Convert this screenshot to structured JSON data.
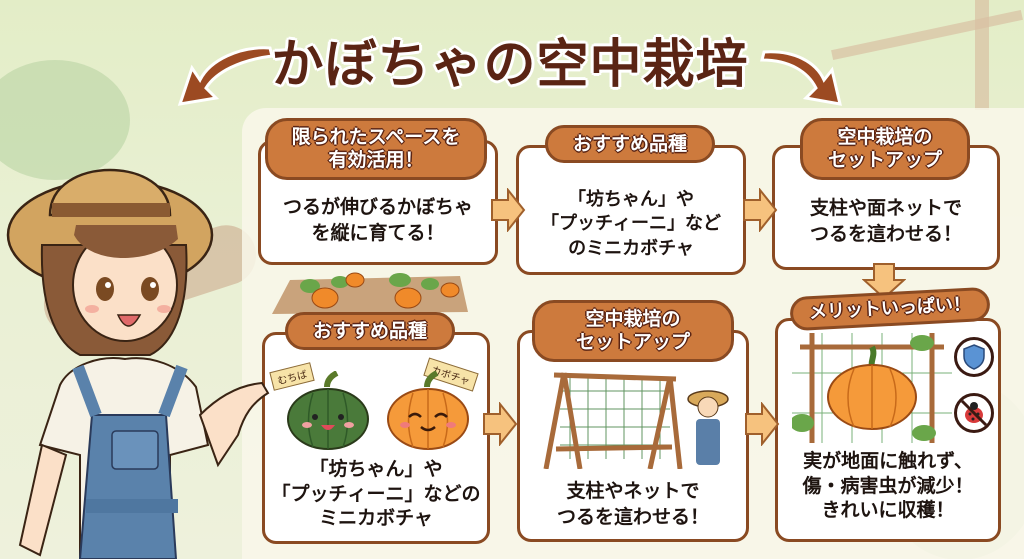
{
  "title": "かぼちゃの空中栽培",
  "colors": {
    "title_text": "#5a2414",
    "tab_fill": "#cd7a3d",
    "card_border": "#8a4a22",
    "arrow_fill": "#f6c27e",
    "background": "#e3edc7"
  },
  "cards": [
    {
      "id": "space",
      "heading": "限られたスペースを\n有効活用！",
      "body": "つるが伸びるかぼちゃ\nを縦に育てる！"
    },
    {
      "id": "varieties-top",
      "heading": "おすすめ品種",
      "body": "「坊ちゃん」や\n「プッチィーニ」など\nのミニカボチャ"
    },
    {
      "id": "setup-top",
      "heading": "空中栽培の\nセットアップ",
      "body": "支柱や面ネットで\nつるを這わせる！"
    },
    {
      "id": "varieties-bottom",
      "heading": "おすすめ品種",
      "body": "「坊ちゃん」や\n「プッチィーニ」などの\nミニカボチャ",
      "tags": [
        "むちば",
        "カボチャ"
      ]
    },
    {
      "id": "setup-bottom",
      "heading": "空中栽培の\nセットアップ",
      "body": "支柱やネットで\nつるを這わせる！"
    },
    {
      "id": "merits",
      "heading": "メリットいっぱい！",
      "body": "実が地面に触れず、\n傷・病害虫が減少！\nきれいに収穫！"
    }
  ],
  "icons": {
    "shield": "shield-icon",
    "no_bug": "no-ladybug-icon"
  }
}
